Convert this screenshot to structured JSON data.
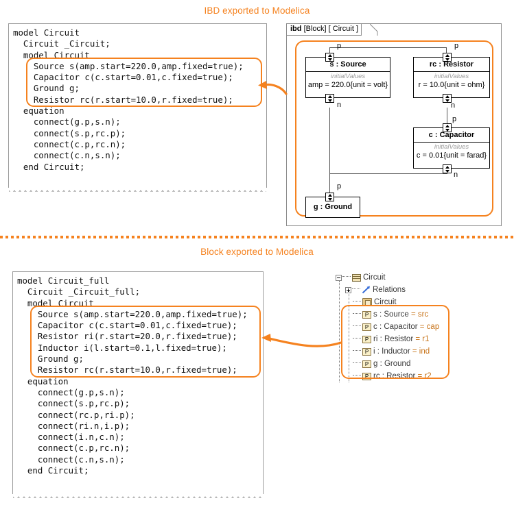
{
  "sections": {
    "ibd_title": "IBD exported to Modelica",
    "block_title": "Block exported to Modelica"
  },
  "code_top": {
    "lines": [
      "model Circuit",
      "  Circuit _Circuit;",
      "  model Circuit",
      "    Source s(amp.start=220.0,amp.fixed=true);",
      "    Capacitor c(c.start=0.01,c.fixed=true);",
      "    Ground g;",
      "    Resistor rc(r.start=10.0,r.fixed=true);",
      "  equation",
      "    connect(g.p,s.n);",
      "    connect(s.p,rc.p);",
      "    connect(c.p,rc.n);",
      "    connect(c.n,s.n);",
      "  end Circuit;"
    ]
  },
  "code_bottom": {
    "lines": [
      "model Circuit_full",
      "  Circuit _Circuit_full;",
      "  model Circuit",
      "    Source s(amp.start=220.0,amp.fixed=true);",
      "    Capacitor c(c.start=0.01,c.fixed=true);",
      "    Resistor ri(r.start=20.0,r.fixed=true);",
      "    Inductor i(l.start=0.1,l.fixed=true);",
      "    Ground g;",
      "    Resistor rc(r.start=10.0,r.fixed=true);",
      "  equation",
      "    connect(g.p,s.n);",
      "    connect(s.p,rc.p);",
      "    connect(rc.p,ri.p);",
      "    connect(ri.n,i.p);",
      "    connect(i.n,c.n);",
      "    connect(c.p,rc.n);",
      "    connect(c.n,s.n);",
      "  end Circuit;"
    ]
  },
  "ibd": {
    "header_kind": "ibd",
    "header_stereotype": "[Block]",
    "header_name": "[ Circuit ]",
    "parts": [
      {
        "name": "s : Source",
        "compartment_label": "initialValues",
        "compartment_value": "amp = 220.0{unit = volt}",
        "ports": [
          {
            "label": "p",
            "side": "top"
          },
          {
            "label": "n",
            "side": "bottom"
          }
        ]
      },
      {
        "name": "rc : Resistor",
        "compartment_label": "initialValues",
        "compartment_value": "r = 10.0{unit = ohm}",
        "ports": [
          {
            "label": "p",
            "side": "top"
          },
          {
            "label": "n",
            "side": "bottom"
          }
        ]
      },
      {
        "name": "c : Capacitor",
        "compartment_label": "initialValues",
        "compartment_value": "c = 0.01{unit = farad}",
        "ports": [
          {
            "label": "p",
            "side": "top"
          },
          {
            "label": "n",
            "side": "bottom"
          }
        ]
      },
      {
        "name": "g : Ground",
        "compartment_label": "",
        "compartment_value": "",
        "ports": [
          {
            "label": "p",
            "side": "top"
          }
        ]
      }
    ]
  },
  "tree": {
    "rows": [
      {
        "label": "Circuit",
        "alias": "",
        "icon": "block-icon",
        "expander": "minus"
      },
      {
        "label": "Relations",
        "alias": "",
        "icon": "relations-icon",
        "expander": "plus"
      },
      {
        "label": "Circuit",
        "alias": "",
        "icon": "diagram-icon",
        "expander": "none"
      },
      {
        "label": "s : Source",
        "alias": "= src",
        "icon": "property-icon",
        "expander": "none"
      },
      {
        "label": "c : Capacitor",
        "alias": "= cap",
        "icon": "property-icon",
        "expander": "none"
      },
      {
        "label": "ri : Resistor",
        "alias": "= r1",
        "icon": "property-icon",
        "expander": "none"
      },
      {
        "label": "i : Inductor",
        "alias": "= ind",
        "icon": "property-icon",
        "expander": "none"
      },
      {
        "label": "g : Ground",
        "alias": "",
        "icon": "property-icon",
        "expander": "none"
      },
      {
        "label": "rc : Resistor",
        "alias": "= r2",
        "icon": "property-icon",
        "expander": "none"
      }
    ],
    "property_icon_letter": "P"
  },
  "colors": {
    "accent_orange": "#F5821F",
    "alias_orange": "#C8741A",
    "code_text": "#111111",
    "compartment_label": "#9B9B9B",
    "connector": "#555555"
  }
}
